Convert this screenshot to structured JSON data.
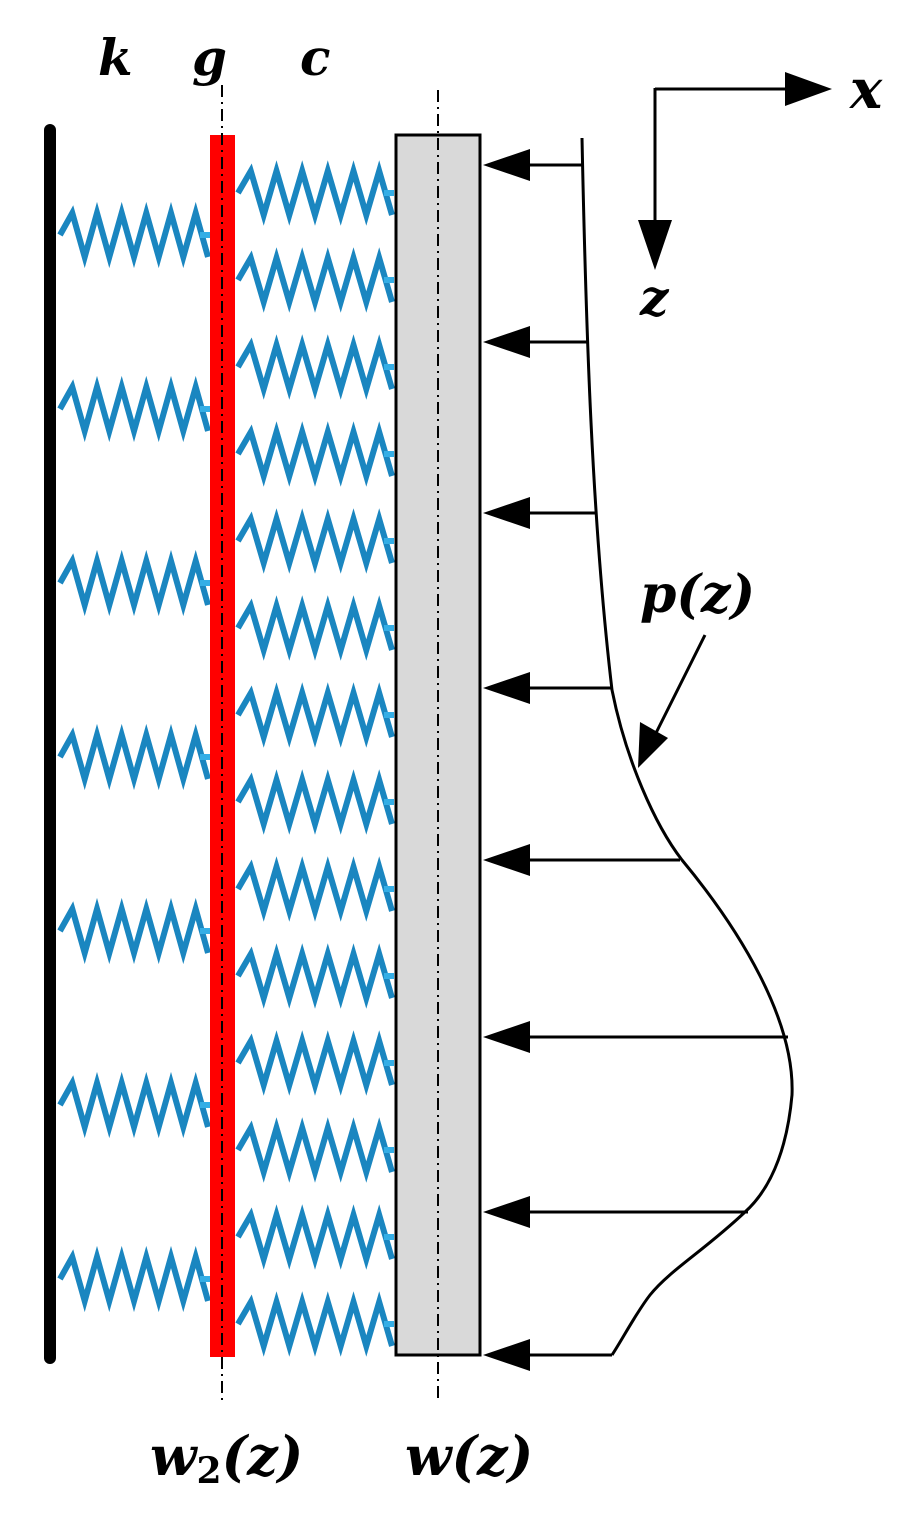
{
  "labels": {
    "k": "k",
    "g": "g",
    "c": "c",
    "x_axis": "x",
    "z_axis": "z",
    "load": "p(z)",
    "w2_main": "w",
    "w2_sub": "2",
    "w2_arg": "(z)",
    "w": "w(z)"
  },
  "colors": {
    "spring": "#1a86c0",
    "spring_tip": "#34aee6",
    "shear_layer": "#ff0000",
    "beam_fill": "#d9d9d9",
    "foundation": "#000000",
    "arrows": "#000000"
  }
}
